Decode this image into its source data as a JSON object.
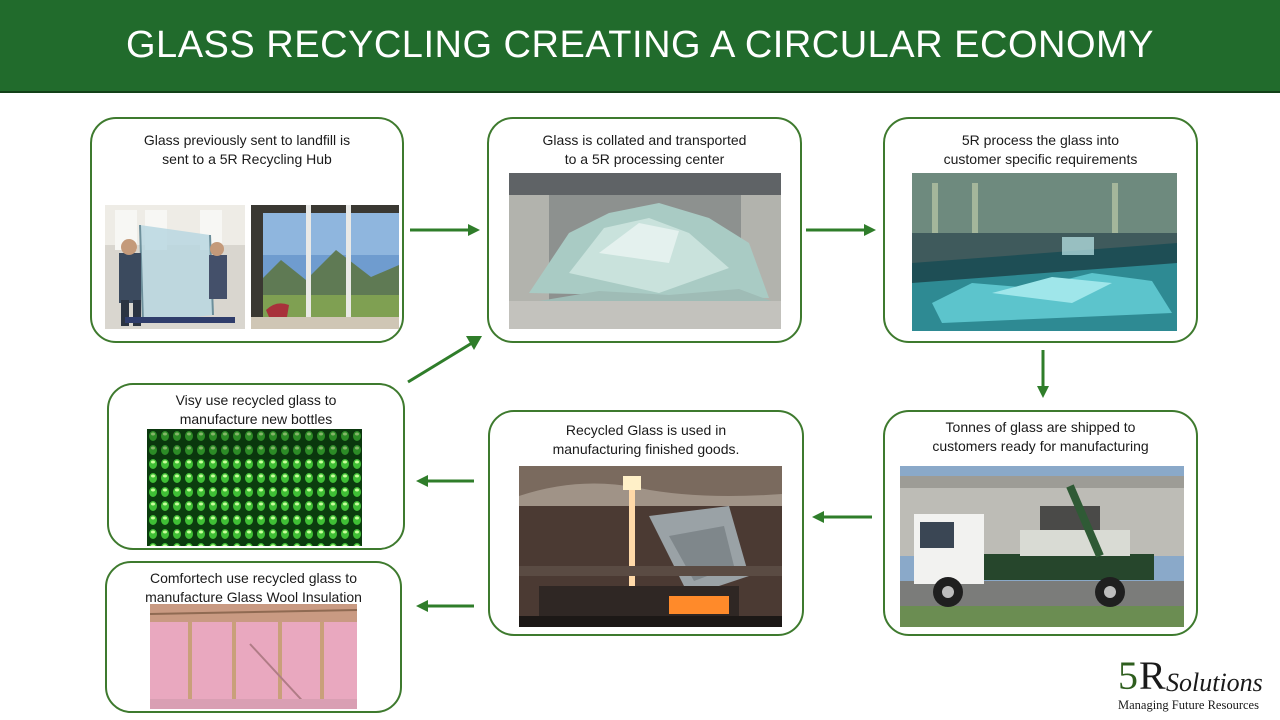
{
  "title": "GLASS RECYCLING CREATING A CIRCULAR ECONOMY",
  "colors": {
    "banner": "#216b2c",
    "border": "#3e7a2e",
    "arrow": "#2f7d2a"
  },
  "steps": [
    {
      "caption": "Glass previously sent to landfill is\nsent to a 5R Recycling Hub",
      "images": [
        "workers-carrying-glass-panel-photo",
        "glass-window-mountain-view-photo"
      ]
    },
    {
      "caption": "Glass is collated and transported\nto a 5R processing center",
      "images": [
        "crushed-glass-pile-photo"
      ]
    },
    {
      "caption": "5R process the glass into\ncustomer specific requirements",
      "images": [
        "glass-cullet-conveyor-photo"
      ]
    },
    {
      "caption": "Tonnes of glass are shipped to\ncustomers ready for manufacturing",
      "images": [
        "skip-bin-truck-photo"
      ]
    },
    {
      "caption": "Recycled Glass is used in\nmanufacturing finished goods.",
      "images": [
        "molten-glass-furnace-photo"
      ]
    },
    {
      "caption": "Visy use recycled glass to\nmanufacture new bottles",
      "images": [
        "green-glass-bottles-photo"
      ]
    },
    {
      "caption": "Comfortech use recycled glass to\nmanufacture Glass Wool Insulation",
      "images": [
        "pink-glass-wool-insulation-photo"
      ]
    }
  ],
  "logo": {
    "five": "5",
    "r": "R",
    "word": "Solutions",
    "tagline": "Managing Future Resources"
  }
}
